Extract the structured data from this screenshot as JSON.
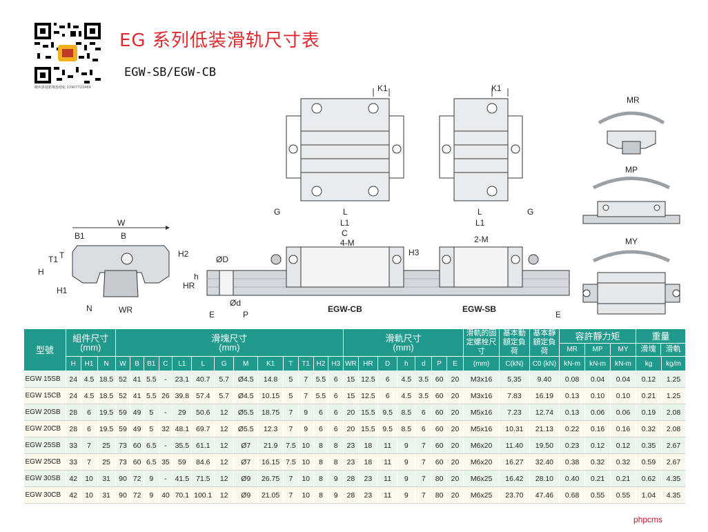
{
  "header": {
    "title": "EG 系列低装滑轨尺寸表",
    "subtitle": "EGW-SB/EGW-CB",
    "qr_caption": "柳州多信机电自动化 13907721469"
  },
  "diagram_labels": {
    "W": "W",
    "B1": "B1",
    "B": "B",
    "T1": "T1",
    "T": "T",
    "H2": "H2",
    "H": "H",
    "H1": "H1",
    "N": "N",
    "WR": "WR",
    "D_hole": "ØD",
    "d_hole": "Ød",
    "h": "h",
    "HR": "HR",
    "E": "E",
    "P": "P",
    "G": "G",
    "L": "L",
    "L1": "L1",
    "C": "C",
    "K1": "K1",
    "M4": "4-M",
    "M2": "2-M",
    "H3": "H3",
    "cb_name": "EGW-CB",
    "sb_name": "EGW-SB",
    "MR": "MR",
    "MP": "MP",
    "MY": "MY"
  },
  "table": {
    "group_headers": {
      "model": "型號",
      "assembly": "組件尺寸",
      "assembly_unit": "(mm)",
      "block": "滑塊尺寸",
      "block_unit": "(mm)",
      "rail": "滑軌尺寸",
      "rail_unit": "(mm)",
      "bolt": "滑軌的固定螺栓尺寸",
      "dynamic": "基本動額定負荷",
      "static": "基本靜額定負荷",
      "moment": "容許靜力矩",
      "weight": "重量",
      "mr": "MR",
      "mp": "MP",
      "my": "MY",
      "block_w": "滑塊",
      "rail_w": "滑軌"
    },
    "sub_headers": [
      "H",
      "H1",
      "N",
      "W",
      "B",
      "B1",
      "C",
      "L1",
      "L",
      "G",
      "M",
      "K1",
      "T",
      "T1",
      "H2",
      "H3",
      "WR",
      "HR",
      "D",
      "h",
      "d",
      "P",
      "E",
      "(mm)",
      "C(kN)",
      "C0 (kN)",
      "kN-m",
      "kN-m",
      "kN-m",
      "kg",
      "kg/m"
    ],
    "rows": [
      [
        "EGW 15SB",
        "24",
        "4.5",
        "18.5",
        "52",
        "41",
        "5.5",
        "-",
        "23.1",
        "40.7",
        "5.7",
        "Ø4.5",
        "14.8",
        "5",
        "7",
        "5.5",
        "6",
        "15",
        "12.5",
        "6",
        "4.5",
        "3.5",
        "60",
        "20",
        "M3x16",
        "5.35",
        "9.40",
        "0.08",
        "0.04",
        "0.04",
        "0.12",
        "1.25"
      ],
      [
        "EGW 15CB",
        "24",
        "4.5",
        "18.5",
        "52",
        "41",
        "5.5",
        "26",
        "39.8",
        "57.4",
        "5.7",
        "Ø4.5",
        "10.15",
        "5",
        "7",
        "5.5",
        "6",
        "15",
        "12.5",
        "6",
        "4.5",
        "3.5",
        "60",
        "20",
        "M3x16",
        "7.83",
        "16.19",
        "0.13",
        "0.10",
        "0.10",
        "0.21",
        "1.25"
      ],
      [
        "EGW 20SB",
        "28",
        "6",
        "19.5",
        "59",
        "49",
        "5",
        "-",
        "29",
        "50.6",
        "12",
        "Ø5.5",
        "18.75",
        "7",
        "9",
        "6",
        "6",
        "20",
        "15.5",
        "9.5",
        "8.5",
        "6",
        "60",
        "20",
        "M5x16",
        "7.23",
        "12.74",
        "0.13",
        "0.06",
        "0.06",
        "0.19",
        "2.08"
      ],
      [
        "EGW 20CB",
        "28",
        "6",
        "19.5",
        "59",
        "49",
        "5",
        "32",
        "48.1",
        "69.7",
        "12",
        "Ø5.5",
        "12.3",
        "7",
        "9",
        "6",
        "6",
        "20",
        "15.5",
        "9.5",
        "8.5",
        "6",
        "60",
        "20",
        "M5x16",
        "10.31",
        "21.13",
        "0.22",
        "0.16",
        "0.16",
        "0.32",
        "2.08"
      ],
      [
        "EGW 25SB",
        "33",
        "7",
        "25",
        "73",
        "60",
        "6.5",
        "-",
        "35.5",
        "61.1",
        "12",
        "Ø7",
        "21.9",
        "7.5",
        "10",
        "8",
        "8",
        "23",
        "18",
        "11",
        "9",
        "7",
        "60",
        "20",
        "M6x20",
        "11.40",
        "19.50",
        "0.23",
        "0.12",
        "0.12",
        "0.35",
        "2.67"
      ],
      [
        "EGW 25CB",
        "33",
        "7",
        "25",
        "73",
        "60",
        "6.5",
        "35",
        "59",
        "84.6",
        "12",
        "Ø7",
        "16.15",
        "7.5",
        "10",
        "8",
        "8",
        "23",
        "18",
        "11",
        "9",
        "7",
        "60",
        "20",
        "M6x20",
        "16.27",
        "32.40",
        "0.38",
        "0.32",
        "0.32",
        "0.59",
        "2.67"
      ],
      [
        "EGW 30SB",
        "42",
        "10",
        "31",
        "90",
        "72",
        "9",
        "-",
        "41.5",
        "71.5",
        "12",
        "Ø9",
        "26.75",
        "7",
        "10",
        "8",
        "9",
        "28",
        "23",
        "11",
        "9",
        "7",
        "80",
        "20",
        "M6x25",
        "16.42",
        "28.10",
        "0.40",
        "0.21",
        "0.21",
        "0.62",
        "4.35"
      ],
      [
        "EGW 30CB",
        "42",
        "10",
        "31",
        "90",
        "72",
        "9",
        "40",
        "70.1",
        "100.1",
        "12",
        "Ø9",
        "21.05",
        "7",
        "10",
        "8",
        "9",
        "28",
        "23",
        "11",
        "9",
        "7",
        "80",
        "20",
        "M6x25",
        "23.70",
        "47.46",
        "0.68",
        "0.55",
        "0.55",
        "1.04",
        "4.35"
      ]
    ]
  },
  "watermark": "phpcms",
  "colors": {
    "title_red": "#e0282e",
    "header_teal": "#1f9a8c",
    "row_green": "#eaf4ea",
    "row_cream": "#fdf8ec"
  }
}
